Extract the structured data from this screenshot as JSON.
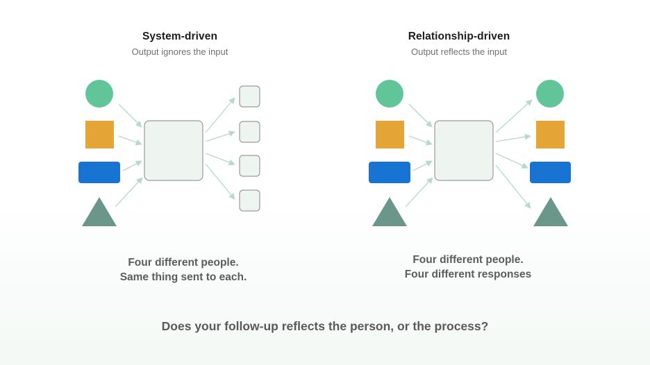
{
  "left_panel": {
    "title": "System-driven",
    "subtitle": "Output ignores the input",
    "caption_line1": "Four different people.",
    "caption_line2": "Same thing sent to each."
  },
  "right_panel": {
    "title": "Relationship-driven",
    "subtitle": "Output reflects the input",
    "caption_line1": "Four different people.",
    "caption_line2": "Four different responses"
  },
  "question": "Does your follow-up reflects the person, or the process?",
  "colors": {
    "circle": "#62c59a",
    "square": "#e5a536",
    "rect": "#1873d3",
    "triangle": "#6a978a",
    "box_fill": "#eef4ef",
    "box_stroke": "#9a9a9a",
    "arrow": "#b7d8cd"
  }
}
